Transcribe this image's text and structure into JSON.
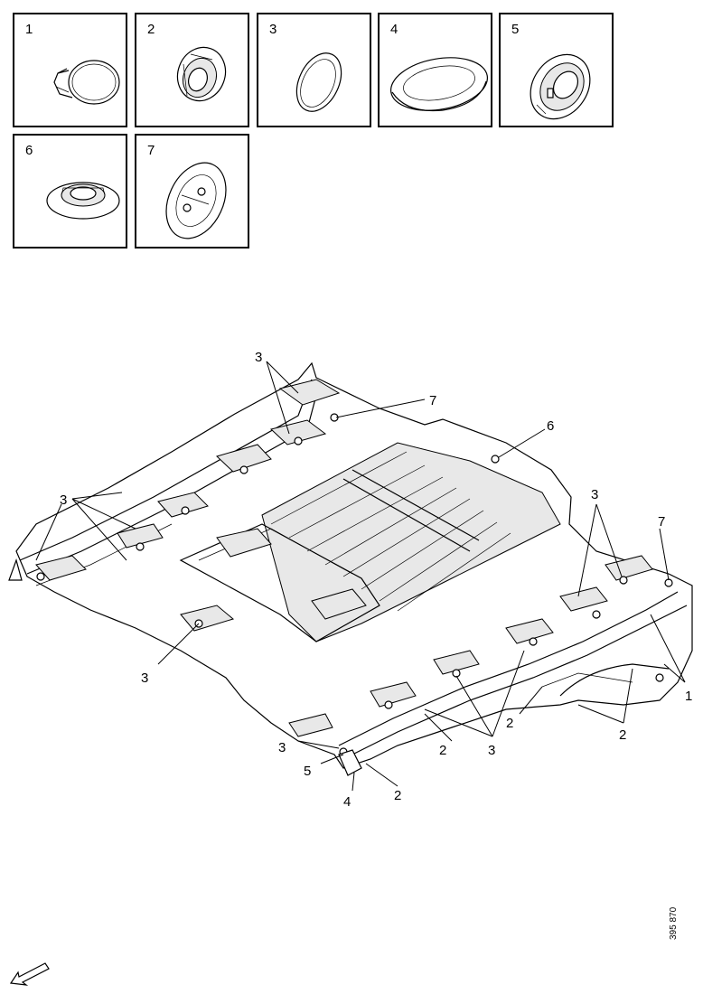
{
  "parts": [
    {
      "number": "1"
    },
    {
      "number": "2"
    },
    {
      "number": "3"
    },
    {
      "number": "4"
    },
    {
      "number": "5"
    },
    {
      "number": "6"
    },
    {
      "number": "7"
    }
  ],
  "callouts": [
    {
      "text": "3"
    },
    {
      "text": "7"
    },
    {
      "text": "6"
    },
    {
      "text": "3"
    },
    {
      "text": "7"
    },
    {
      "text": "3"
    },
    {
      "text": "3"
    },
    {
      "text": "1"
    },
    {
      "text": "2"
    },
    {
      "text": "2"
    },
    {
      "text": "2"
    },
    {
      "text": "3"
    },
    {
      "text": "3"
    },
    {
      "text": "5"
    },
    {
      "text": "2"
    },
    {
      "text": "4"
    }
  ],
  "reference_code": "395 870",
  "icons": {
    "direction": "arrow-front-left-icon"
  }
}
